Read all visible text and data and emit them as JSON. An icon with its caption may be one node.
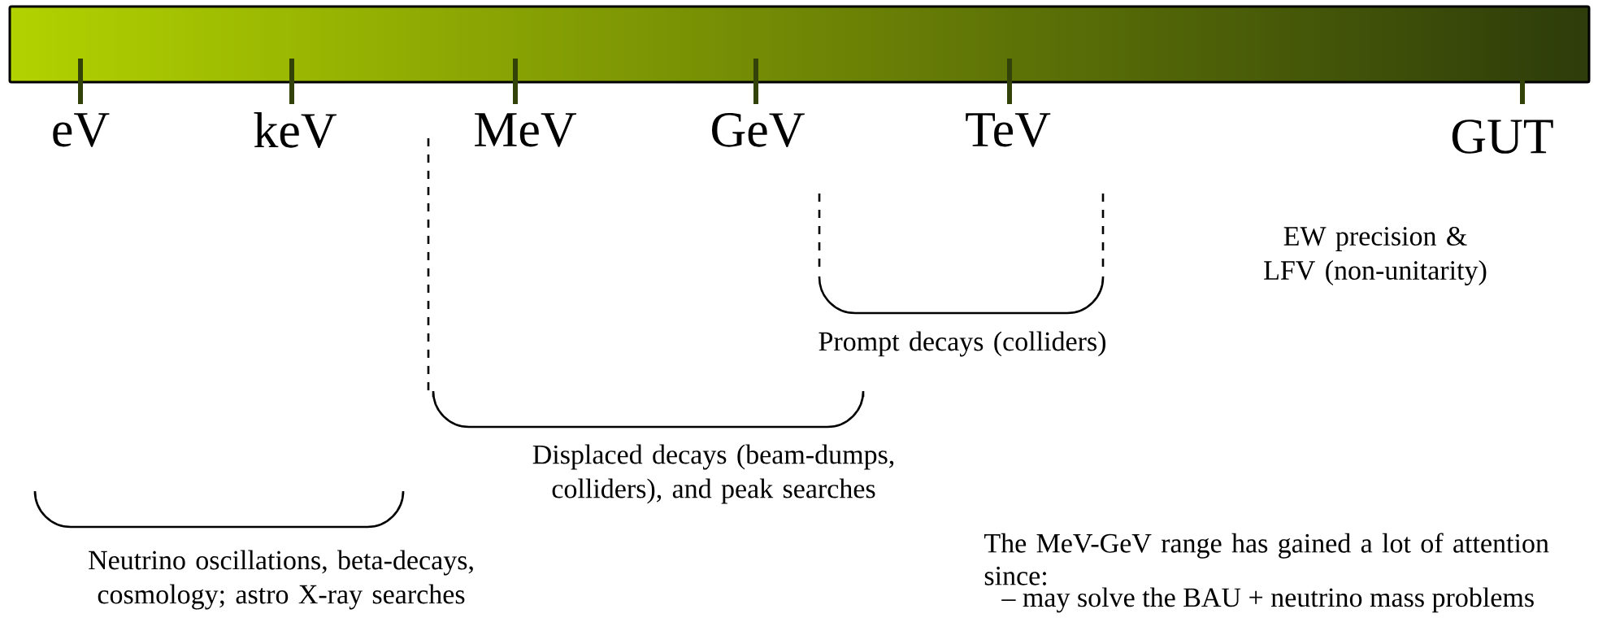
{
  "diagram": {
    "labels": [
      "eV",
      "keV",
      "MeV",
      "GeV",
      "TeV",
      "GUT",
      "EW precision & LFV (non-unitarity)",
      "Prompt decays (colliders)",
      "Displaced decays (beam-dumps, colliders), and peak searches",
      "Neutrino oscillations, beta-decays, cosmology; astro X-ray searches",
      "The MeV-GeV range has gained a lot of attention since:",
      "– may solve the BAU + neutrino mass problems"
    ]
  }
}
